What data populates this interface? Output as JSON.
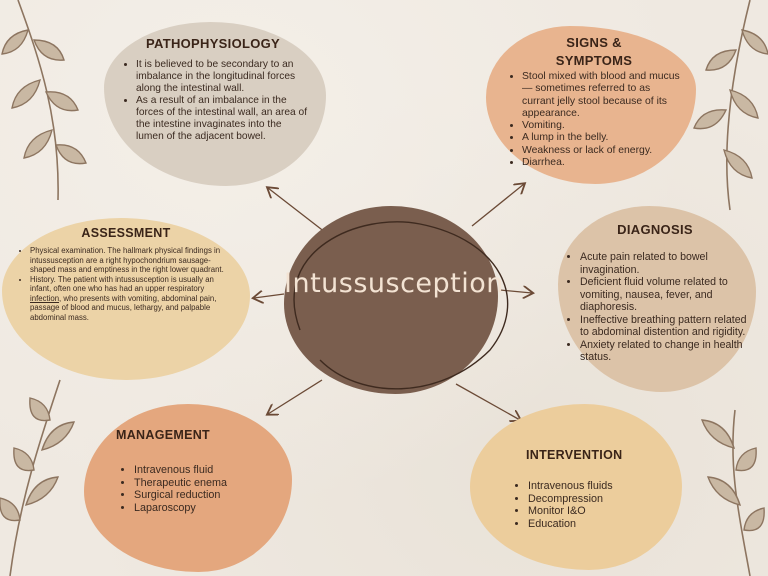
{
  "center": {
    "title": "Intussusception"
  },
  "pathophysiology": {
    "title": "PATHOPHYSIOLOGY",
    "items": [
      "It is believed to be secondary to an imbalance in the longitudinal forces along the intestinal wall.",
      "As a result of an imbalance in the forces of the intestinal wall, an area of the intestine invaginates into the lumen of the adjacent bowel."
    ]
  },
  "signs": {
    "title_line1": "SIGNS &",
    "title_line2": "SYMPTOMS",
    "items": [
      "Stool mixed with blood and mucus — sometimes referred to as currant jelly stool because of its appearance.",
      "Vomiting.",
      "A lump in the belly.",
      "Weakness or lack of energy.",
      "Diarrhea."
    ]
  },
  "assessment": {
    "title": "ASSESSMENT",
    "item1": "Physical examination. The hallmark physical findings in intussusception are a right hypochondrium sausage-shaped mass and emptiness in the right lower quadrant.",
    "item2_before": "History. The patient with intussusception is usually an infant, often one who has had an upper respiratory ",
    "item2_link": "infection",
    "item2_after": ", who presents with vomiting, abdominal pain, passage of blood and mucus, lethargy, and palpable abdominal mass."
  },
  "diagnosis": {
    "title": "DIAGNOSIS",
    "items": [
      "Acute pain related to bowel invagination.",
      "Deficient fluid volume related to vomiting, nausea, fever, and diaphoresis.",
      "Ineffective breathing pattern related to abdominal distention and rigidity.",
      "Anxiety related to change in health status."
    ]
  },
  "management": {
    "title": "MANAGEMENT",
    "items": [
      "Intravenous fluid",
      "Therapeutic enema",
      "Surgical reduction",
      "Laparoscopy"
    ]
  },
  "intervention": {
    "title": "INTERVENTION",
    "items": [
      "Intravenous fluids",
      "Decompression",
      "Monitor I&O",
      "Education"
    ]
  },
  "colors": {
    "center": "#7a5e4e",
    "pathophysiology": "#d9cfc2",
    "signs": "#e8b48f",
    "assessment": "#ecd3a7",
    "diagnosis": "#dcc3a8",
    "management": "#e4a77e",
    "intervention": "#eccd9c",
    "arrows": "#6b4a36",
    "leaves": "#9a8268"
  }
}
